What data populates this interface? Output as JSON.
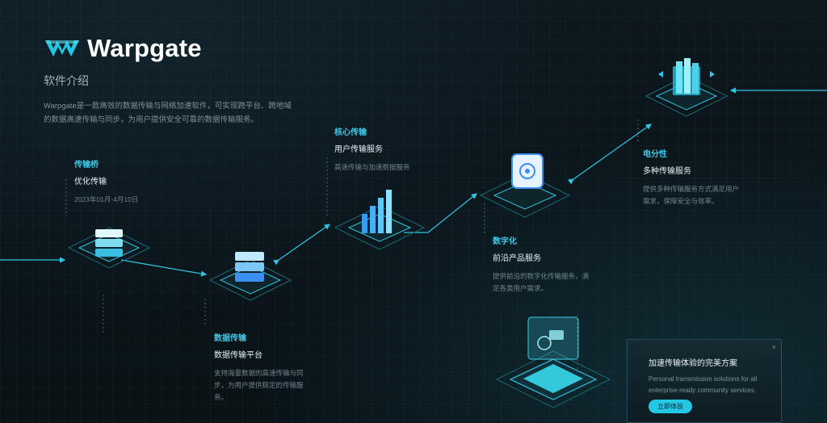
{
  "brand": {
    "name": "Warpgate"
  },
  "intro": {
    "title": "软件介绍",
    "desc": "Warpgate是一款高效的数据传输与网络加速软件，可实现跨平台、跨地域的数据高速传输与同步，为用户提供安全可靠的数据传输服务。"
  },
  "nodes": [
    {
      "tag": "传输桥",
      "title": "优化传输",
      "desc": "2023年01月-4月10日"
    },
    {
      "tag": "数据传输",
      "title": "数据传输平台",
      "desc": "支持海量数据的高速传输与同步，为用户提供稳定的传输服务。"
    },
    {
      "tag": "核心传输",
      "title": "用户传输服务",
      "desc": "高速传输与加速数据服务"
    },
    {
      "tag": "数字化",
      "title": "前沿产品服务",
      "desc": "提供前沿的数字化传输服务，满足各类用户需求。"
    },
    {
      "tag": "电分性",
      "title": "多种传输服务",
      "desc": "提供多种传输服务方式满足用户需求，保障安全与效率。"
    }
  ],
  "card": {
    "title": "加速传输体验的完美方案",
    "desc": "Personal transmission solutions for all enterprise-ready community services.",
    "button": "立即体验",
    "close": "×"
  },
  "colors": {
    "accent": "#23c9e4",
    "background": "#0b1419"
  }
}
